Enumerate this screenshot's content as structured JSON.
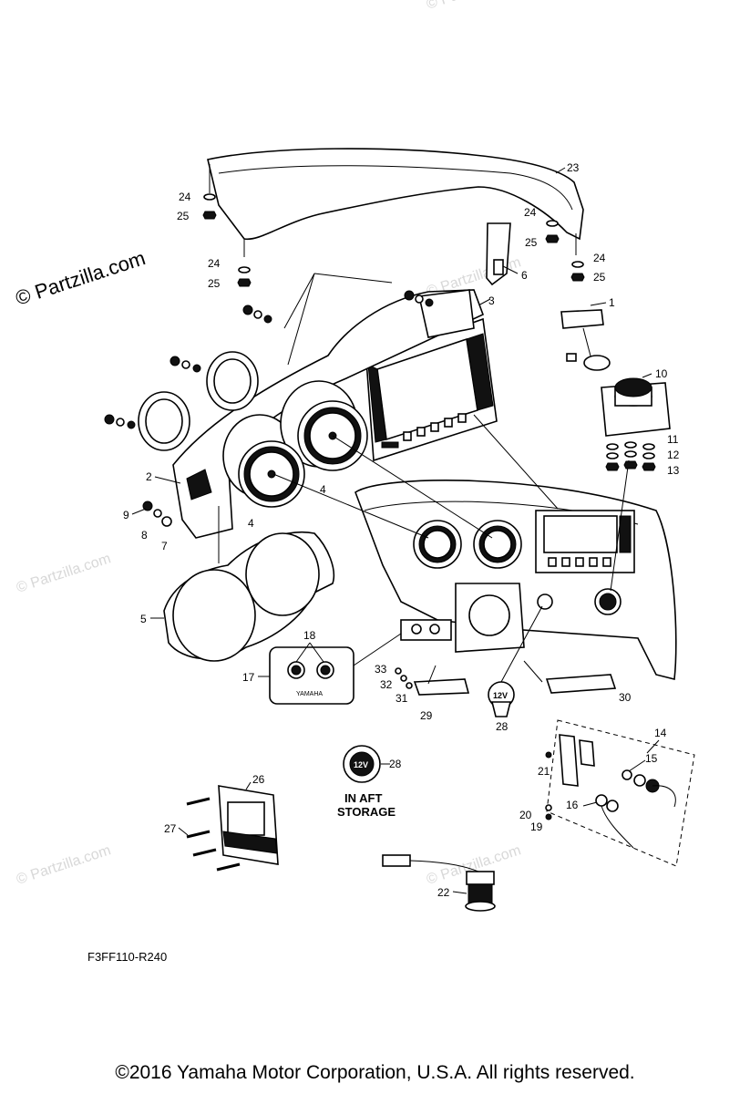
{
  "watermark": "© Partzilla.com",
  "diagram_code": "F3FF110-R240",
  "copyright": "©2016 Yamaha Motor Corporation, U.S.A. All rights reserved.",
  "notes": {
    "twelve_volt": "12V",
    "aft_storage_line1": "IN AFT",
    "aft_storage_line2": "STORAGE",
    "brand_plate": "YAMAHA"
  },
  "callouts": {
    "c1": "1",
    "c2": "2",
    "c3": "3",
    "c4a": "4",
    "c4b": "4",
    "c5": "5",
    "c6": "6",
    "c7": "7",
    "c8": "8",
    "c9": "9",
    "c10": "10",
    "c11": "11",
    "c12": "12",
    "c13": "13",
    "c14": "14",
    "c15": "15",
    "c16": "16",
    "c17": "17",
    "c18": "18",
    "c19": "19",
    "c20": "20",
    "c21": "21",
    "c22": "22",
    "c23": "23",
    "c24a": "24",
    "c24b": "24",
    "c24c": "24",
    "c24d": "24",
    "c25a": "25",
    "c25b": "25",
    "c25c": "25",
    "c25d": "25",
    "c26": "26",
    "c27": "27",
    "c28a": "28",
    "c28b": "28",
    "c29": "29",
    "c30": "30",
    "c31": "31",
    "c32": "32",
    "c33": "33"
  }
}
